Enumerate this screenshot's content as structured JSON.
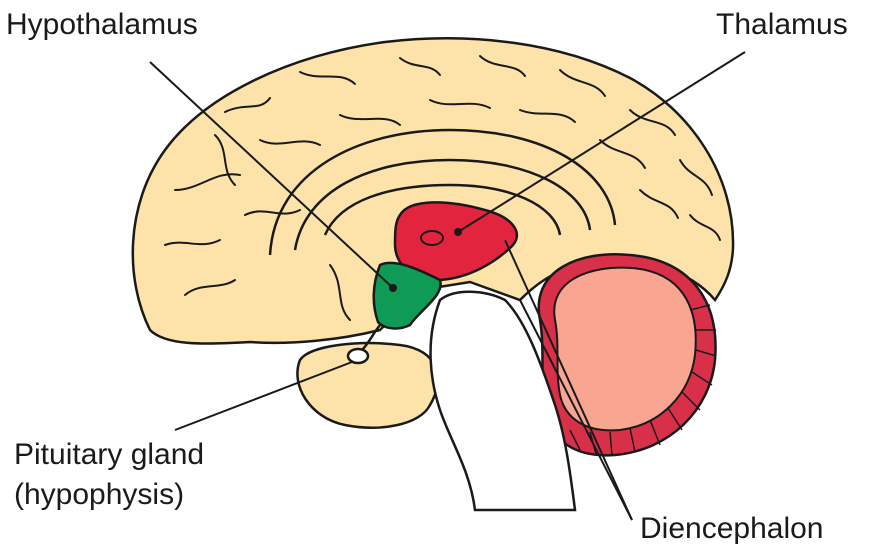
{
  "labels": {
    "hypothalamus": "Hypothalamus",
    "thalamus": "Thalamus",
    "pituitary_line1": "Pituitary gland",
    "pituitary_line2": "(hypophysis)",
    "diencephalon": "Diencephalon"
  },
  "colors": {
    "cerebrum_fill": "#fde3aa",
    "outline": "#1a1a1a",
    "thalamus": "#e3243f",
    "hypothalamus": "#0f9b55",
    "cerebellum": "#f8a691",
    "cerebellum_folia": "#d9304a",
    "brainstem": "#ffffff"
  }
}
